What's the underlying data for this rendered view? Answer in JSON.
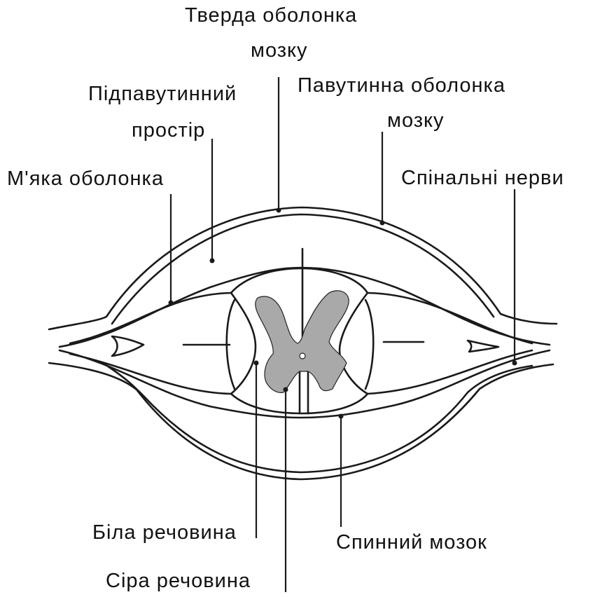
{
  "title": "",
  "labels": {
    "dura_line1": "Тверда оболонка",
    "dura_line2": "мозку",
    "subarachnoid_line1": "Підпавутинний",
    "subarachnoid_line2": "простір",
    "arachnoid_line1": "Павутинна оболонка",
    "arachnoid_line2": "мозку",
    "pia": "М'яка оболонка",
    "spinal_nerves": "Спінальні нерви",
    "white_matter": "Біла речовина",
    "spinal_cord": "Спинний мозок",
    "gray_matter": "Сіра речовина"
  },
  "colors": {
    "stroke": "#1a1a1a",
    "gray_matter": "#a9a9a9",
    "background": "#ffffff"
  }
}
